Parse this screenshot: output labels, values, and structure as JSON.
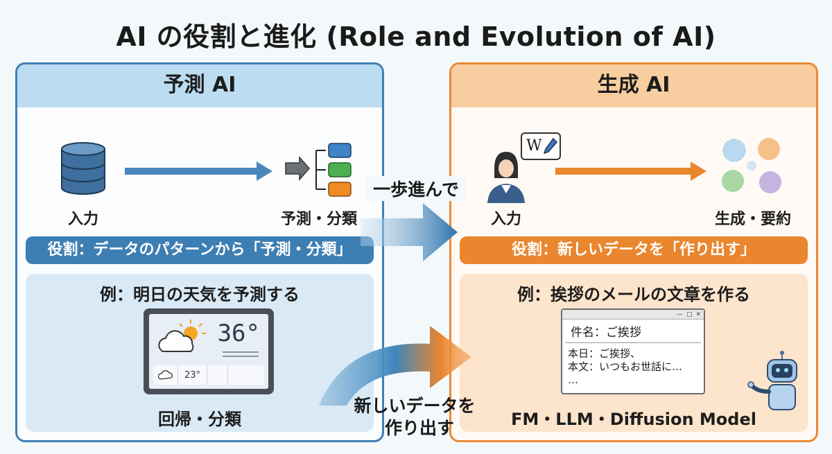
{
  "title": "AI の役割と進化 (Role and Evolution of AI)",
  "colors": {
    "predictive_accent": "#3e7fb3",
    "generative_accent": "#ea862e",
    "predictive_header": "#bcdcf1",
    "generative_header": "#f8cd9f"
  },
  "predictive": {
    "header": "予測 AI",
    "input_label": "入力",
    "output_label": "予測・分類",
    "role": "役割：データのパターンから「予測・分類」",
    "example_title": "例：明日の天気を予測する",
    "weather": {
      "temp_big": "36°",
      "temp_small": "23°"
    },
    "footer": "回帰・分類"
  },
  "generative": {
    "header": "生成 AI",
    "input_label": "入力",
    "output_label": "生成・要約",
    "word_badge": "W",
    "role": "役割：新しいデータを「作り出す」",
    "example_title": "例：挨拶のメールの文章を作る",
    "mail": {
      "subject": "件名：ご挨拶",
      "line1": "本日：ご挨拶、",
      "line2": "本文：いつもお世話に…",
      "line3": "…"
    },
    "footer": "FM・LLM・Diffusion Model"
  },
  "middle": {
    "step_label": "一歩進んで",
    "create_label_1": "新しいデータを",
    "create_label_2": "作り出す"
  }
}
